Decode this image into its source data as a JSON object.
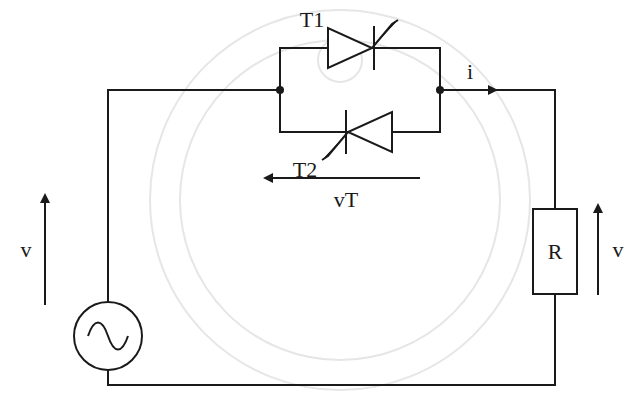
{
  "diagram": {
    "nodes": [
      {
        "text": [
          "R"
        ]
      }
    ],
    "labels": [
      "T1",
      "T2",
      "i",
      "v",
      "vT",
      "v"
    ]
  }
}
